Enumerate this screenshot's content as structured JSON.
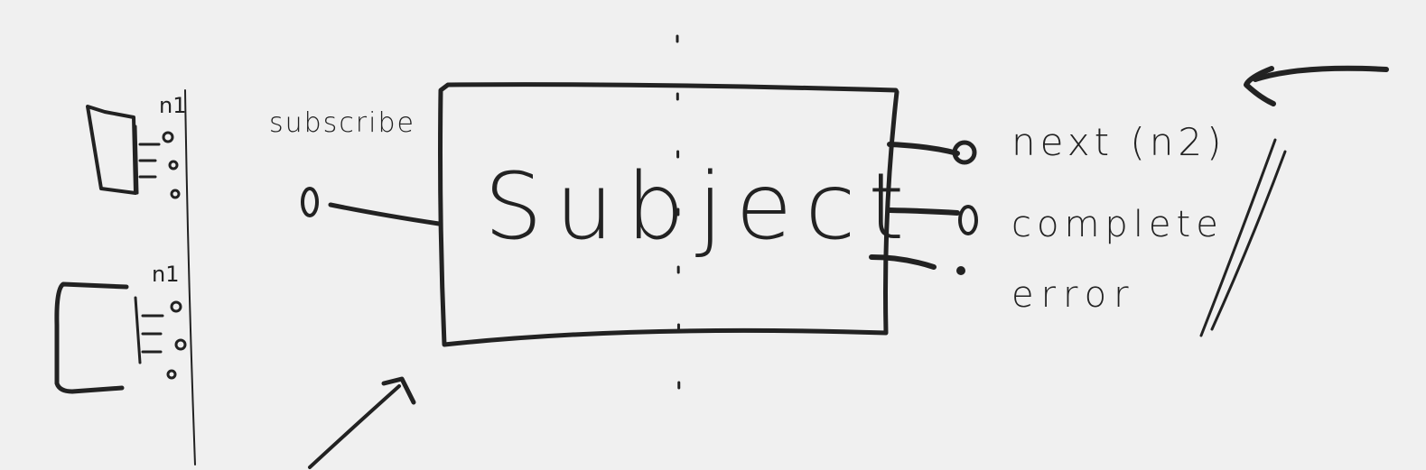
{
  "colors": {
    "background": "#f0f0f0",
    "ink": "#222222"
  },
  "labels": {
    "subscribe": "subscribe",
    "subject": "Subject",
    "next": "next (n2)",
    "complete": "complete",
    "error": "error",
    "observer_1_tag": "n1",
    "observer_2_tag": "n1"
  }
}
